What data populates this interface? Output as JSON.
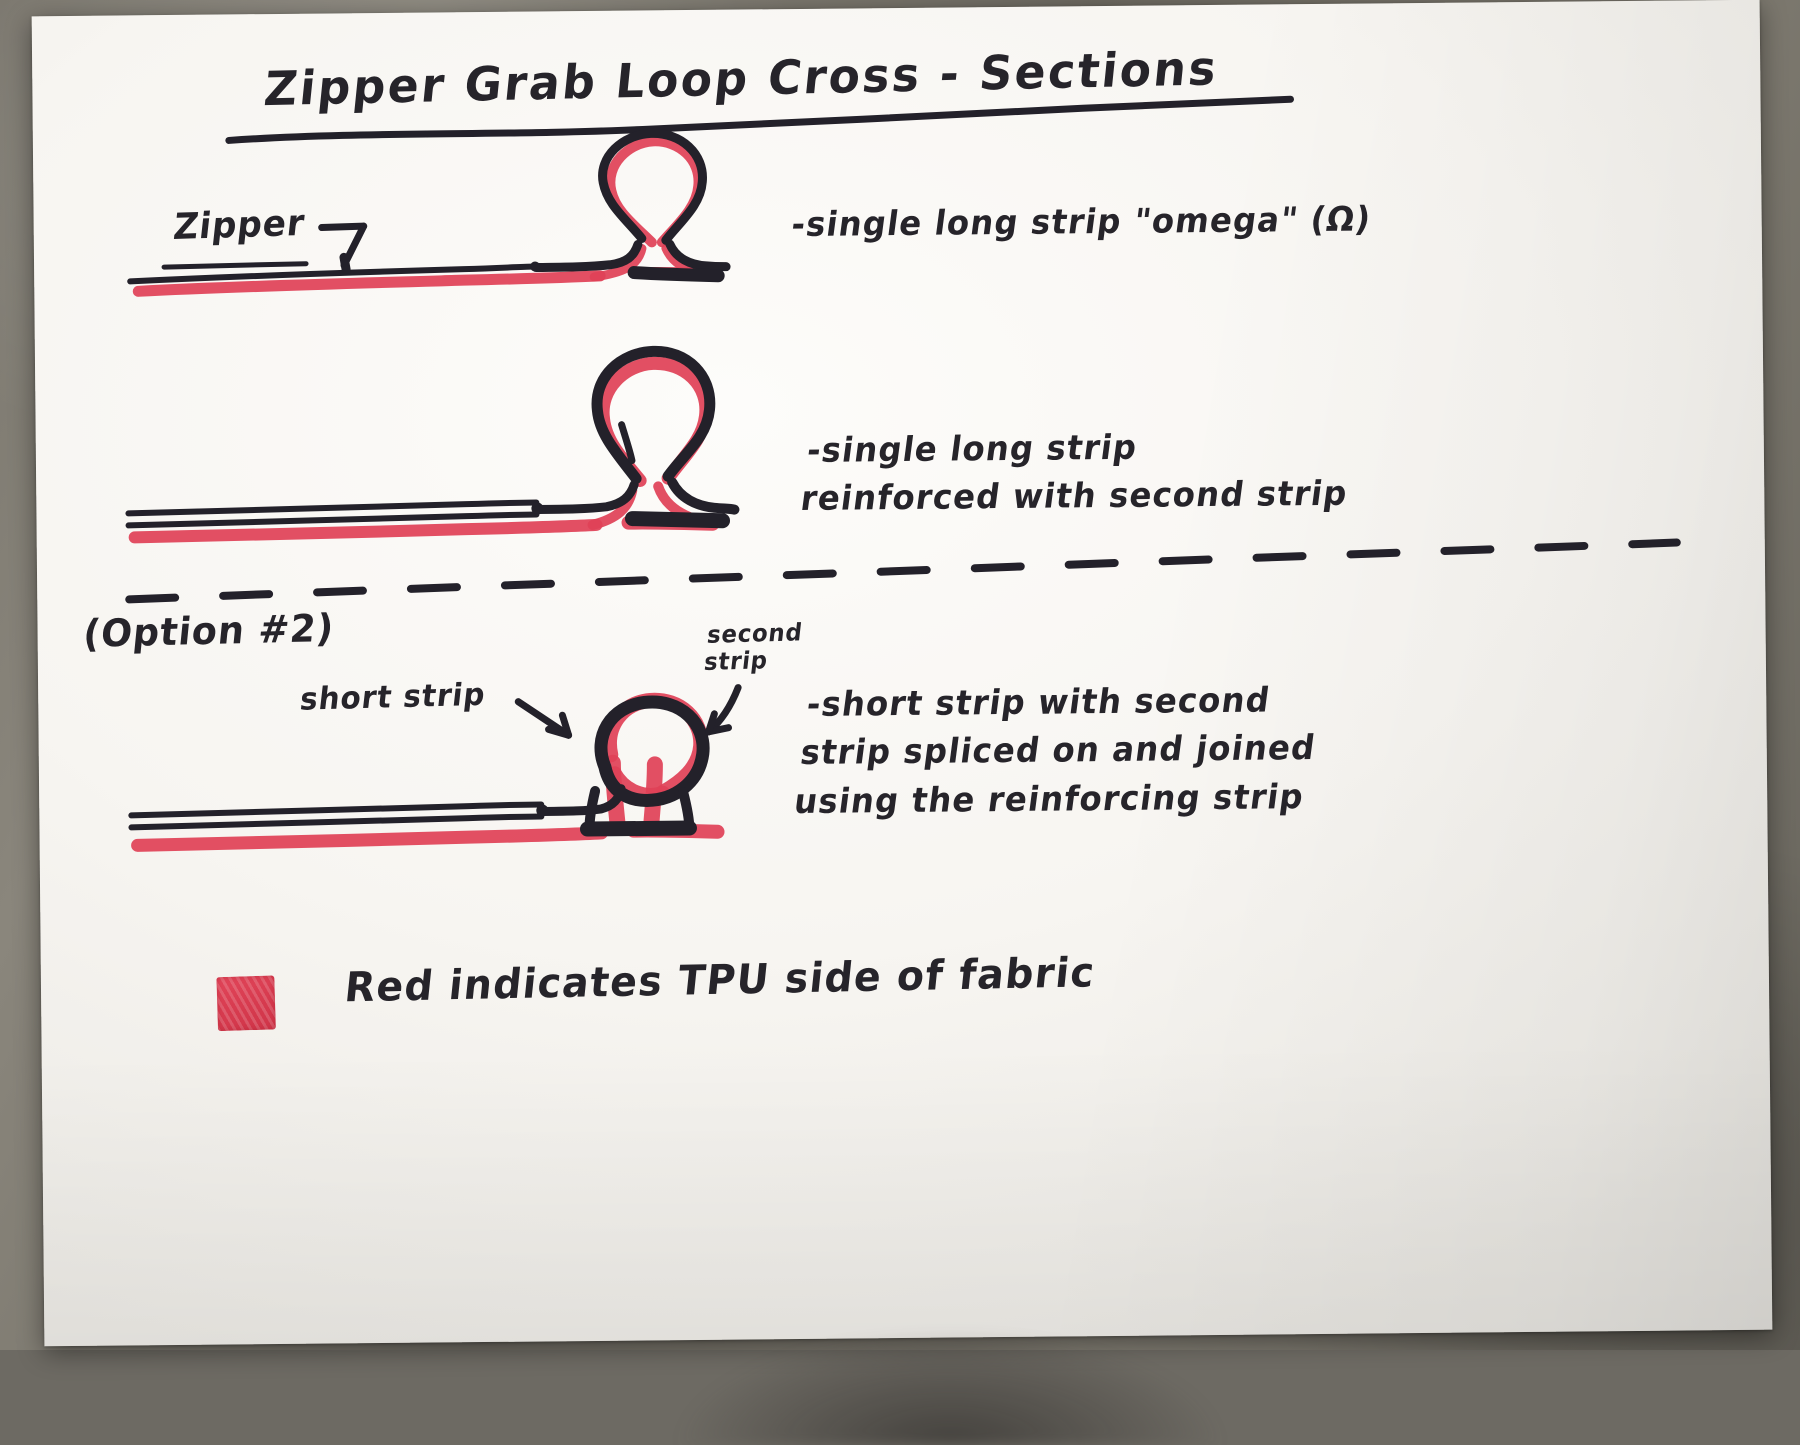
{
  "document": {
    "title": "Zipper Grab Loop  Cross - Sections",
    "medium": "hand-drawn marker sketch on white paper"
  },
  "annotations": {
    "zipper_label": "Zipper",
    "option_label": "(Option #2)",
    "short_strip_label": "short strip",
    "second_strip_label": "second\nstrip"
  },
  "rows": [
    {
      "id": "row-omega",
      "description": "-single long strip \"omega\" (Ω)",
      "lines": [
        "-single long strip  \"omega\"  (Ω)"
      ]
    },
    {
      "id": "row-reinforced",
      "description": "-single long strip reinforced with second strip",
      "lines": [
        "-single long strip",
        "reinforced with  second strip"
      ]
    },
    {
      "id": "row-spliced",
      "description": "-short strip with second strip spliced on and joined using the reinforcing strip",
      "lines": [
        "-short strip with second",
        "strip spliced on and joined",
        "using the reinforcing strip"
      ]
    }
  ],
  "legend": {
    "swatch_color": "#d83c50",
    "text": "Red indicates TPU side of fabric"
  },
  "colors": {
    "ink_black": "#23212a",
    "marker_red": "#e04257",
    "paper": "#f7f5f1",
    "desk": "#7a766d"
  },
  "icons": {
    "zipper_arrow": "arrow-down-icon",
    "short_strip_arrow": "arrow-pointer-icon",
    "second_strip_arrow": "arrow-pointer-icon",
    "legend_swatch": "red-square-swatch-icon",
    "divider": "dashed-divider-icon"
  }
}
